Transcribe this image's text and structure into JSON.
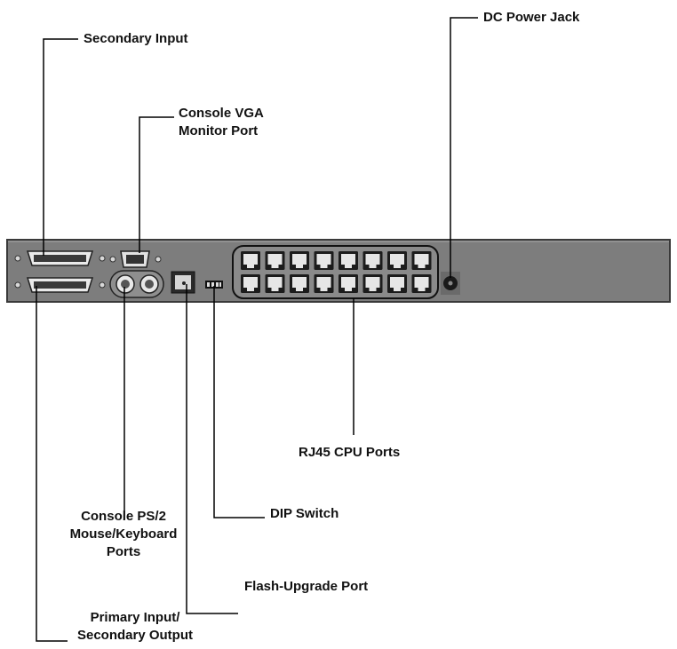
{
  "labels": {
    "secondary_input": "Secondary Input",
    "console_vga": [
      "Console VGA",
      "Monitor Port"
    ],
    "dc_power_jack": "DC Power Jack",
    "rj45_cpu_ports": "RJ45 CPU Ports",
    "dip_switch": "DIP Switch",
    "console_ps2": [
      "Console PS/2",
      "Mouse/Keyboard",
      "Ports"
    ],
    "flash_upgrade_port": "Flash-Upgrade Port",
    "primary_input": [
      "Primary Input/",
      "Secondary Output"
    ]
  },
  "rj45_ports": {
    "rows": 2,
    "per_row": 8
  },
  "colors": {
    "panel": "#7d7d7d",
    "panel_edge": "#3a3a3a",
    "port_dark": "#1c1c1c",
    "leader_line": "#000000"
  }
}
